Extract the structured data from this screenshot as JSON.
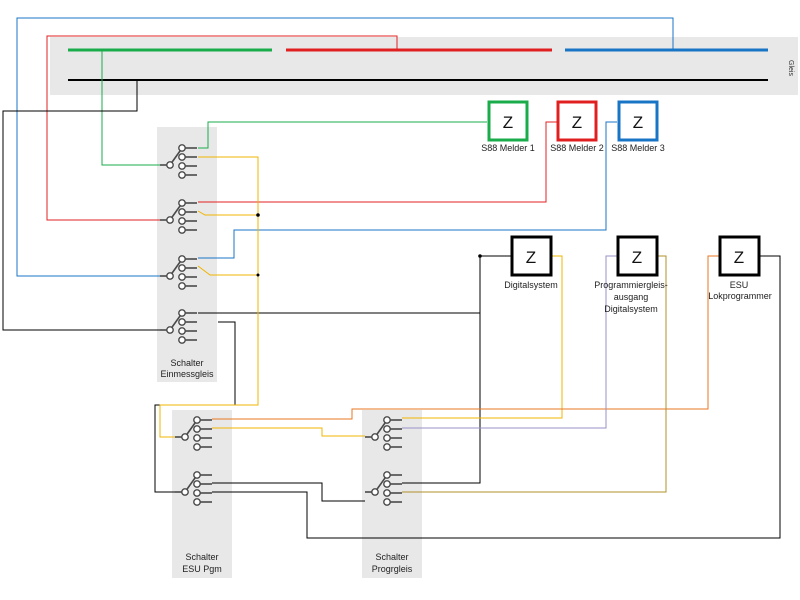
{
  "track": {
    "label": "Gleis",
    "color_bg": "#e8e8e8",
    "rails": [
      {
        "name": "green-section",
        "color": "#1aab4b"
      },
      {
        "name": "red-section",
        "color": "#e02020"
      },
      {
        "name": "blue-section",
        "color": "#1874c4"
      },
      {
        "name": "common-rail",
        "color": "#000000"
      }
    ]
  },
  "detectors": [
    {
      "symbol": "Z",
      "label": "S88 Melder 1",
      "color": "#1aab4b"
    },
    {
      "symbol": "Z",
      "label": "S88 Melder 2",
      "color": "#e02020"
    },
    {
      "symbol": "Z",
      "label": "S88 Melder 3",
      "color": "#1874c4"
    }
  ],
  "devices": [
    {
      "symbol": "Z",
      "label_lines": [
        "Digitalsystem"
      ]
    },
    {
      "symbol": "Z",
      "label_lines": [
        "Programmiergleis-",
        "ausgang",
        "Digitalsystem"
      ]
    },
    {
      "symbol": "Z",
      "label_lines": [
        "ESU",
        "Lokprogrammer"
      ]
    }
  ],
  "switch_groups": [
    {
      "label_lines": [
        "Schalter",
        "Einmessgleis"
      ]
    },
    {
      "label_lines": [
        "Schalter",
        "ESU Pgm"
      ]
    },
    {
      "label_lines": [
        "Schalter",
        "Progrgleis"
      ]
    }
  ],
  "wire_colors": {
    "black": "#000000",
    "green": "#1aab4b",
    "red": "#e02020",
    "blue": "#1874c4",
    "yellow": "#f0b400",
    "orange": "#e87722",
    "lavender": "#9a90c8",
    "olive": "#b0902a"
  }
}
